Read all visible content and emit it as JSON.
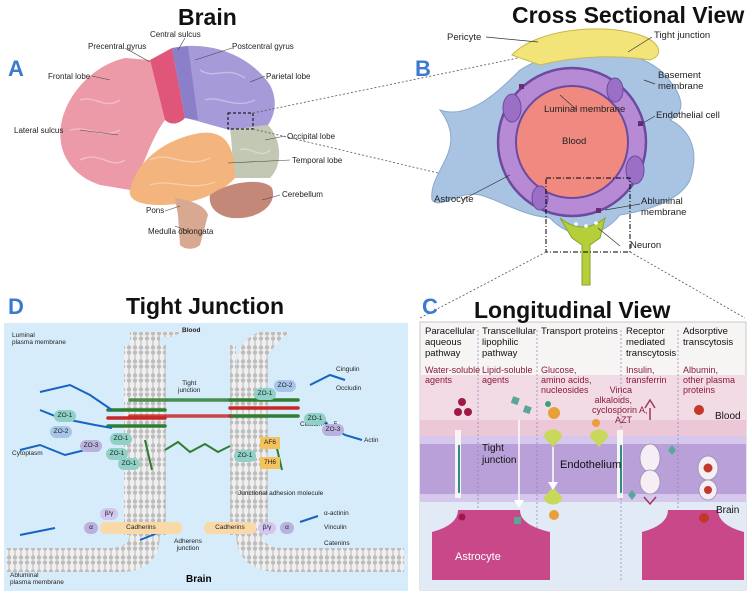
{
  "panels": {
    "brain": {
      "letter": "A",
      "title": "Brain",
      "labels": {
        "central_sulcus": "Central sulcus",
        "precentral_gyrus": "Precentral gyrus",
        "postcentral_gyrus": "Postcentral gyrus",
        "frontal_lobe": "Frontal lobe",
        "parietal_lobe": "Parietal lobe",
        "lateral_sulcus": "Lateral sulcus",
        "occipital_lobe": "Occipital lobe",
        "temporal_lobe": "Temporal lobe",
        "cerebellum": "Cerebellum",
        "pons": "Pons",
        "medulla": "Medulla oblongata"
      }
    },
    "cross": {
      "letter": "B",
      "title": "Cross Sectional View",
      "labels": {
        "pericyte": "Pericyte",
        "tight_junction": "Tight junction",
        "basement_membrane": "Basement\nmembrane",
        "luminal_membrane": "Luminal membrane",
        "endothelial_cell": "Endothelial cell",
        "blood": "Blood",
        "astrocyte": "Astrocyte",
        "abluminal_membrane": "Abluminal\nmembrane",
        "neuron": "Neuron"
      }
    },
    "tight": {
      "letter": "D",
      "title": "Tight Junction",
      "labels": {
        "blood": "Blood",
        "luminal": "Luminal\nplasma membrane",
        "tight_junction": "Tight\njunction",
        "cingulin": "Cingulin",
        "occludin": "Occludin",
        "claudin": "Claudin-3, -5",
        "actin": "Actin",
        "cytoplasm": "Cytoplasm",
        "af6": "AF6",
        "h7": "7H6",
        "jam": "Junctional adhesion molecule",
        "alpha_actinin": "α-actinin",
        "vinculin": "Vinculin",
        "catenins": "Catenins",
        "cadherins1": "Cadherins",
        "cadherins2": "Cadherins",
        "adherens": "Adherens\njunction",
        "abluminal": "Abluminal\nplasma membrane",
        "brain": "Brain",
        "zo1a": "ZO-1",
        "zo2a": "ZO-2",
        "zo1b": "ZO-1",
        "zo1c": "ZO-1",
        "zo1d": "ZO-1",
        "zo2b": "ZO-2",
        "zo1e": "ZO-1",
        "zo3a": "ZO-3",
        "zo1f": "ZO-1",
        "zo3b": "ZO-3",
        "zo1g": "ZO-1",
        "alpha1": "α",
        "beta1": "β/γ",
        "beta2": "β/γ",
        "alpha2": "α"
      }
    },
    "long": {
      "letter": "C",
      "title": "Longitudinal View",
      "columns": [
        {
          "head": "Paracellular\naqueous\npathway",
          "desc": "Water-soluble\nagents"
        },
        {
          "head": "Transcellular\nlipophilic\npathway",
          "desc": "Lipid-soluble\nagents"
        },
        {
          "head": "Transport proteins",
          "desc": "Glucose,\namino acids,\nnucleosides"
        },
        {
          "head": "Receptor\nmediated\ntranscytosis",
          "desc": "Insulin,\ntransferrin"
        },
        {
          "head": "Adsorptive\ntranscytosis",
          "desc": "Albumin,\nother plasma\nproteins"
        }
      ],
      "extra_desc": "Vinca\nalkaloids,\ncyclosporin A,\nAZT",
      "labels": {
        "blood": "Blood",
        "tight_junction": "Tight\njunction",
        "endothelium": "Endothelium",
        "brain": "Brain",
        "astrocyte": "Astrocyte"
      }
    }
  },
  "colors": {
    "letter": "#3a7ad1",
    "blood": "#f08a80",
    "endothelium": "#b78ad6",
    "astrocyte": "#c9488a",
    "pericyte": "#f3e47a",
    "basement": "#a9c4e3",
    "neuron": "#b5cf3a"
  }
}
